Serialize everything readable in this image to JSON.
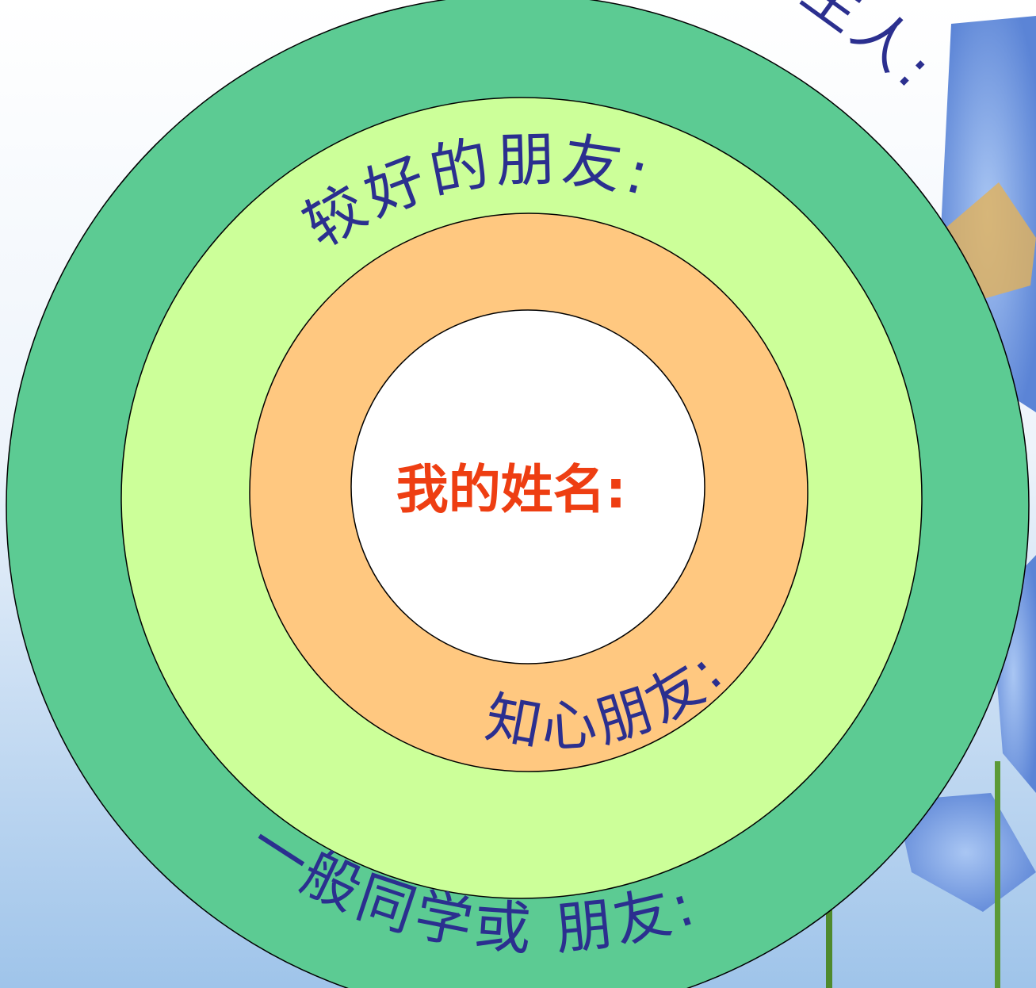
{
  "rings": [
    {
      "id": "strangers",
      "label": "陌生人:",
      "fill": "#5ccb93"
    },
    {
      "id": "classmates",
      "label": "一般同学或 朋友:",
      "fill": "#5ccb93"
    },
    {
      "id": "good_friends",
      "label": "较好的朋友:",
      "fill": "#ccff99"
    },
    {
      "id": "close_friends",
      "label": "知心朋友:",
      "fill": "#ffc880"
    },
    {
      "id": "self",
      "label": "我的姓名:",
      "fill": "#ffffff"
    }
  ],
  "colors": {
    "label_text": "#2b2f8f",
    "center_text": "#ee3e12",
    "background_top": "#ffffff",
    "background_bottom": "#9fc4ea"
  }
}
